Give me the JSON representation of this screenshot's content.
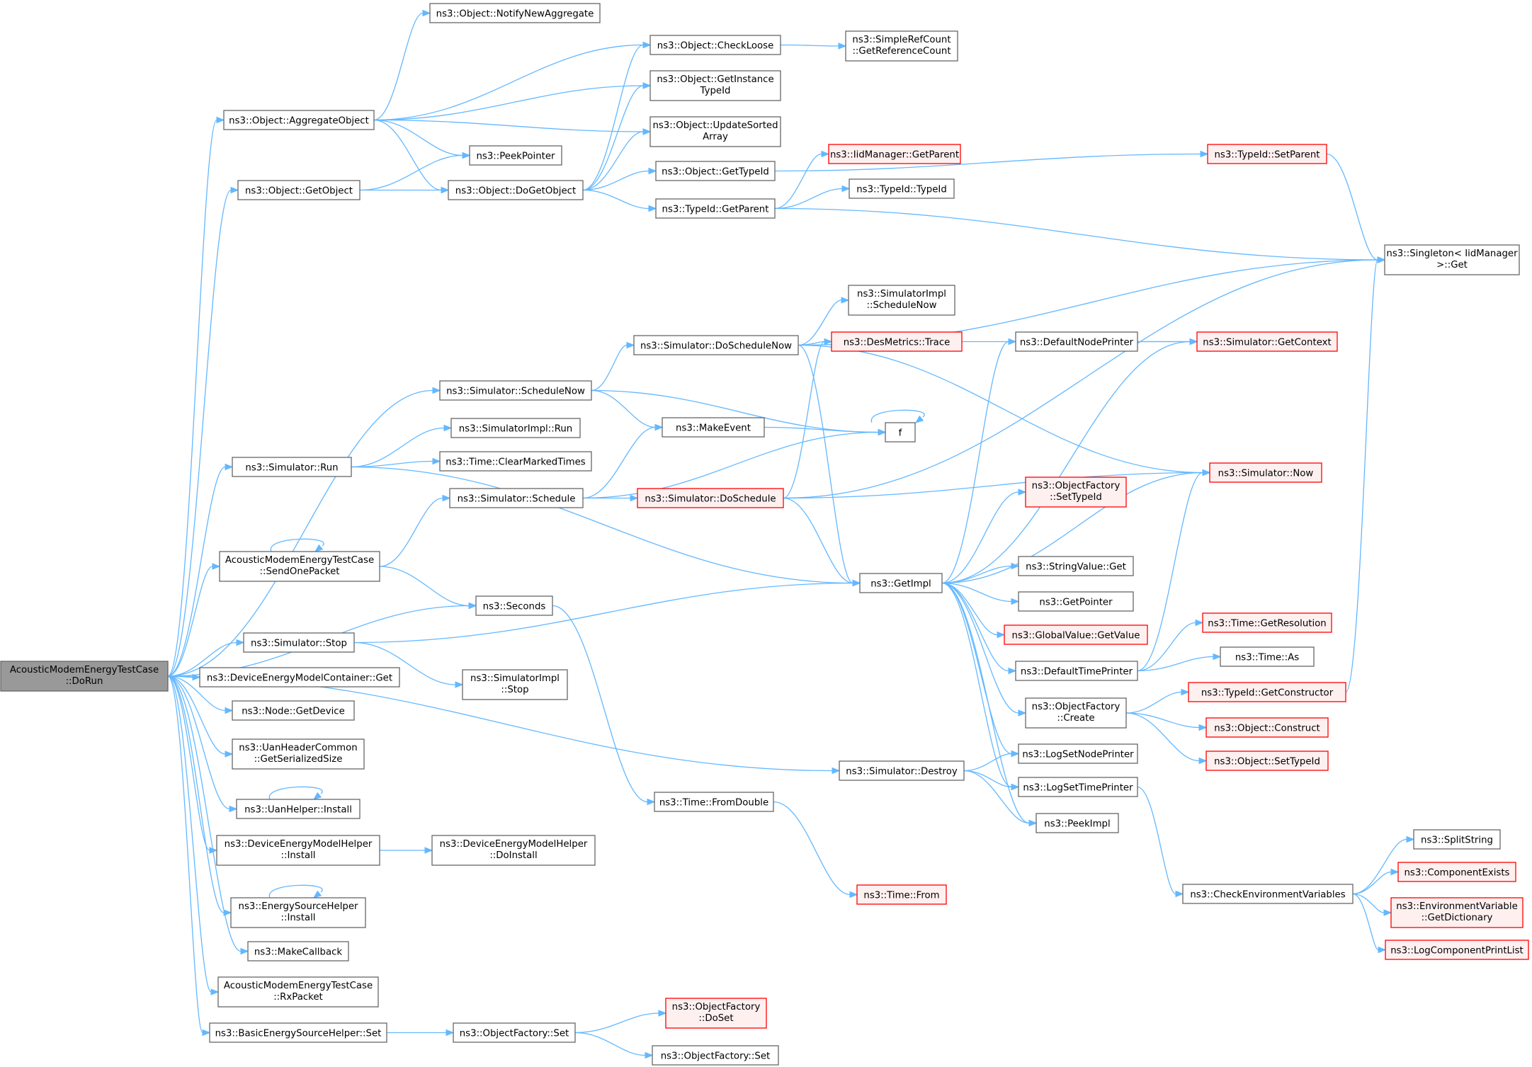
{
  "colors": {
    "edge": "#63b8ff",
    "box_border": "#666666",
    "red_border": "#ff0000",
    "red_fill": "#fff0f0",
    "root_fill": "#999999"
  },
  "nodes": {
    "root": [
      "AcousticModemEnergyTestCase",
      "::DoRun"
    ],
    "notifyNewAggregate": [
      "ns3::Object::NotifyNewAggregate"
    ],
    "checkLoose": [
      "ns3::Object::CheckLoose"
    ],
    "simpleRefCount": [
      "ns3::SimpleRefCount",
      "::GetReferenceCount"
    ],
    "getInstanceTypeId": [
      "ns3::Object::GetInstance",
      "TypeId"
    ],
    "updateSortedArray": [
      "ns3::Object::UpdateSorted",
      "Array"
    ],
    "aggregateObject": [
      "ns3::Object::AggregateObject"
    ],
    "peekPointer": [
      "ns3::PeekPointer"
    ],
    "iidGetParent": [
      "ns3::IidManager::GetParent"
    ],
    "typeIdSetParent": [
      "ns3::TypeId::SetParent"
    ],
    "getObject": [
      "ns3::Object::GetObject"
    ],
    "doGetObject": [
      "ns3::Object::DoGetObject"
    ],
    "getTypeId": [
      "ns3::Object::GetTypeId"
    ],
    "typeIdTypeId": [
      "ns3::TypeId::TypeId"
    ],
    "typeIdGetParent": [
      "ns3::TypeId::GetParent"
    ],
    "singletonGet": [
      "ns3::Singleton< IidManager",
      ">::Get"
    ],
    "simImplScheduleNow": [
      "ns3::SimulatorImpl",
      "::ScheduleNow"
    ],
    "doScheduleNow": [
      "ns3::Simulator::DoScheduleNow"
    ],
    "desMetricsTrace": [
      "ns3::DesMetrics::Trace"
    ],
    "defaultNodePrinter": [
      "ns3::DefaultNodePrinter"
    ],
    "getContext": [
      "ns3::Simulator::GetContext"
    ],
    "scheduleNow": [
      "ns3::Simulator::ScheduleNow"
    ],
    "simImplRun": [
      "ns3::SimulatorImpl::Run"
    ],
    "makeEvent": [
      "ns3::MakeEvent"
    ],
    "f": [
      "f"
    ],
    "simRun": [
      "ns3::Simulator::Run"
    ],
    "clearMarkedTimes": [
      "ns3::Time::ClearMarkedTimes"
    ],
    "simNow": [
      "ns3::Simulator::Now"
    ],
    "simSchedule": [
      "ns3::Simulator::Schedule"
    ],
    "doSchedule": [
      "ns3::Simulator::DoSchedule"
    ],
    "ofSetTypeId": [
      "ns3::ObjectFactory",
      "::SetTypeId"
    ],
    "sendOnePacket": [
      "AcousticModemEnergyTestCase",
      "::SendOnePacket"
    ],
    "stringValueGet": [
      "ns3::StringValue::Get"
    ],
    "getImpl": [
      "ns3::GetImpl"
    ],
    "getPointer": [
      "ns3::GetPointer"
    ],
    "seconds": [
      "ns3::Seconds"
    ],
    "globalValueGetValue": [
      "ns3::GlobalValue::GetValue"
    ],
    "timeGetResolution": [
      "ns3::Time::GetResolution"
    ],
    "simStop": [
      "ns3::Simulator::Stop"
    ],
    "timeAs": [
      "ns3::Time::As"
    ],
    "defaultTimePrinter": [
      "ns3::DefaultTimePrinter"
    ],
    "demcGet": [
      "ns3::DeviceEnergyModelContainer::Get"
    ],
    "simImplStop": [
      "ns3::SimulatorImpl",
      "::Stop"
    ],
    "typeIdGetConstructor": [
      "ns3::TypeId::GetConstructor"
    ],
    "nodeGetDevice": [
      "ns3::Node::GetDevice"
    ],
    "ofCreate": [
      "ns3::ObjectFactory",
      "::Create"
    ],
    "objectConstruct": [
      "ns3::Object::Construct"
    ],
    "uanHeaderCommon": [
      "ns3::UanHeaderCommon",
      "::GetSerializedSize"
    ],
    "logSetNodePrinter": [
      "ns3::LogSetNodePrinter"
    ],
    "simDestroy": [
      "ns3::Simulator::Destroy"
    ],
    "objectSetTypeId": [
      "ns3::Object::SetTypeId"
    ],
    "logSetTimePrinter": [
      "ns3::LogSetTimePrinter"
    ],
    "uanHelperInstall": [
      "ns3::UanHelper::Install"
    ],
    "timeFromDouble": [
      "ns3::Time::FromDouble"
    ],
    "peekImpl": [
      "ns3::PeekImpl"
    ],
    "demHelperInstall": [
      "ns3::DeviceEnergyModelHelper",
      "::Install"
    ],
    "demHelperDoInstall": [
      "ns3::DeviceEnergyModelHelper",
      "::DoInstall"
    ],
    "splitString": [
      "ns3::SplitString"
    ],
    "componentExists": [
      "ns3::ComponentExists"
    ],
    "timeFrom": [
      "ns3::Time::From"
    ],
    "checkEnvVars": [
      "ns3::CheckEnvironmentVariables"
    ],
    "esHelperInstall": [
      "ns3::EnergySourceHelper",
      "::Install"
    ],
    "envVarGetDictionary": [
      "ns3::EnvironmentVariable",
      "::GetDictionary"
    ],
    "logComponentPrintList": [
      "ns3::LogComponentPrintList"
    ],
    "makeCallback": [
      "ns3::MakeCallback"
    ],
    "rxPacket": [
      "AcousticModemEnergyTestCase",
      "::RxPacket"
    ],
    "ofDoSet": [
      "ns3::ObjectFactory",
      "::DoSet"
    ],
    "besHelperSet": [
      "ns3::BasicEnergySourceHelper::Set"
    ],
    "ofSet": [
      "ns3::ObjectFactory::Set"
    ],
    "ofSet2": [
      "ns3::ObjectFactory::Set"
    ]
  }
}
